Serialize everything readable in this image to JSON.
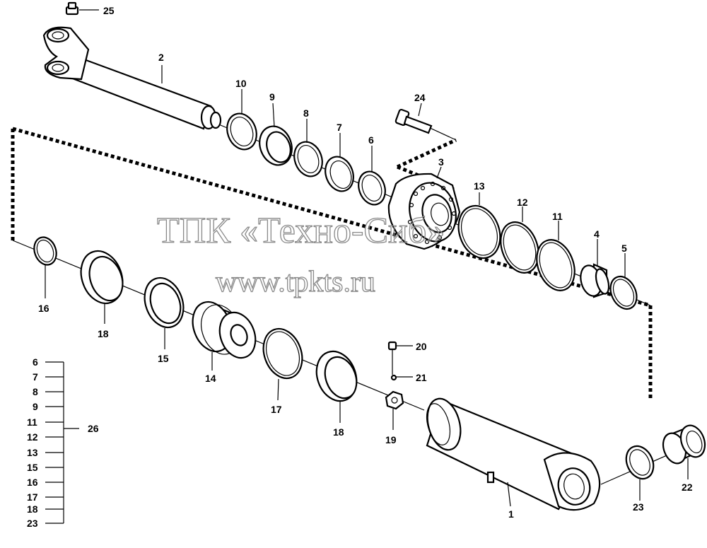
{
  "watermark": {
    "line1": "ТПК «Техно-Сиб»",
    "line2": "www.tpkts.ru"
  },
  "callouts": [
    "25",
    "2",
    "10",
    "9",
    "8",
    "7",
    "6",
    "24",
    "3",
    "13",
    "12",
    "11",
    "4",
    "5",
    "16",
    "18",
    "15",
    "14",
    "17",
    "20",
    "21",
    "19",
    "18",
    "1",
    "23",
    "22"
  ],
  "legend": {
    "items": [
      "6",
      "7",
      "8",
      "9",
      "11",
      "12",
      "13",
      "15",
      "16",
      "17",
      "18",
      "23"
    ],
    "kit": "26"
  },
  "colors": {
    "line": "#000000",
    "watermark": "#8a8a8a",
    "background": "#ffffff"
  }
}
